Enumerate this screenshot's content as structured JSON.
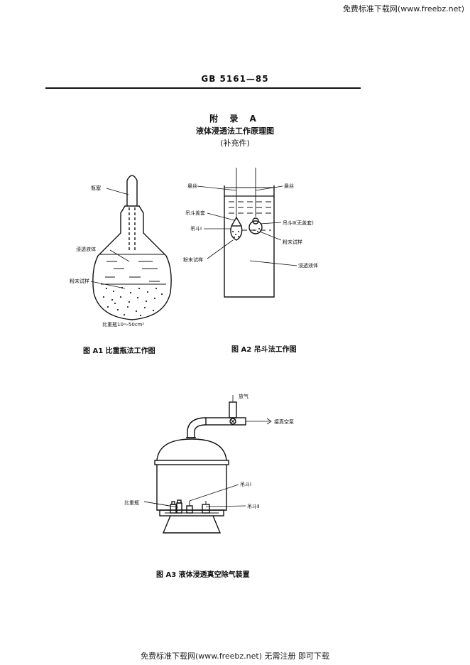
{
  "watermark": {
    "top": "免费标准下载网(www.freebz.net)",
    "bottom": "免费标准下载网(www.freebz.net) 无需注册 即可下载"
  },
  "header": {
    "standard_code": "GB 5161—85"
  },
  "appendix": {
    "title": "附 录 A",
    "subtitle": "液体浸透法工作原理图",
    "note": "(补充件)"
  },
  "figure_a1": {
    "caption": "图 A1  比重瓶法工作图",
    "labels": {
      "stopper": "瓶塞",
      "liquid": "浸透液体",
      "powder": "粉末试样",
      "volume": "比重瓶10～50cm²"
    }
  },
  "figure_a2": {
    "caption": "图 A2  吊斗法工作图",
    "labels": {
      "wire_left": "悬丝",
      "wire_right": "悬丝",
      "bucket_lid": "吊斗盖套",
      "bucket_1": "吊斗Ⅰ",
      "bucket_2": "吊斗Ⅱ(无盖套)",
      "powder_right": "粉末试样",
      "powder_left": "粉末试样",
      "liquid": "浸透液体"
    }
  },
  "figure_a3": {
    "caption": "图 A3  液体浸透真空除气装置",
    "labels": {
      "vent": "放气",
      "vacuum": "接真空泵",
      "bucket_1": "吊斗Ⅰ",
      "bottles": "比重瓶",
      "bucket_2": "吊斗Ⅱ"
    }
  }
}
